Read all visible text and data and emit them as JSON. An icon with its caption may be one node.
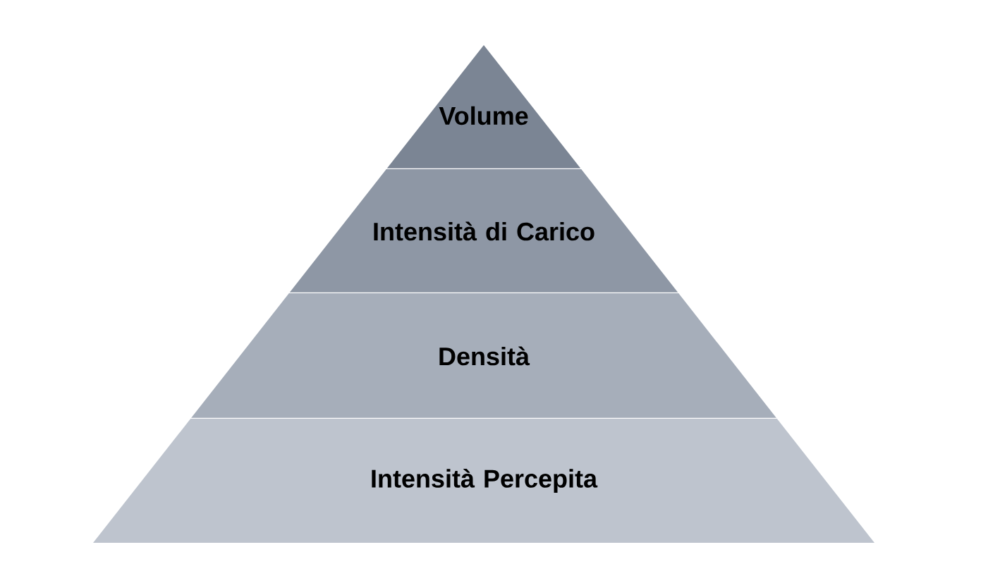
{
  "diagram": {
    "nodes": [
      {
        "text": [
          "Volume"
        ]
      },
      {
        "text": [
          "Intensità di Carico"
        ]
      },
      {
        "text": [
          "Densità"
        ]
      },
      {
        "text": [
          "Intensità Percepita"
        ]
      }
    ]
  }
}
